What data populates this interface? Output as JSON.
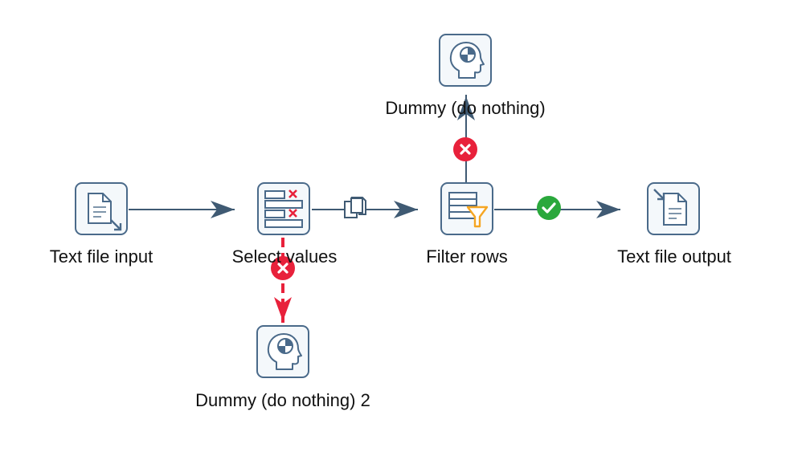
{
  "steps": {
    "text_file_input": {
      "label": "Text file input",
      "icon": "text-file-input-icon"
    },
    "select_values": {
      "label": "Select values",
      "icon": "select-values-icon"
    },
    "filter_rows": {
      "label": "Filter rows",
      "icon": "filter-rows-icon"
    },
    "text_file_output": {
      "label": "Text file output",
      "icon": "text-file-output-icon"
    },
    "dummy": {
      "label": "Dummy (do nothing)",
      "icon": "dummy-head-icon"
    },
    "dummy2": {
      "label": "Dummy (do nothing) 2",
      "icon": "dummy-head-icon"
    }
  },
  "hops": [
    {
      "from": "text_file_input",
      "to": "select_values",
      "type": "normal"
    },
    {
      "from": "select_values",
      "to": "filter_rows",
      "type": "copy"
    },
    {
      "from": "filter_rows",
      "to": "text_file_output",
      "type": "true"
    },
    {
      "from": "filter_rows",
      "to": "dummy",
      "type": "false"
    },
    {
      "from": "select_values",
      "to": "dummy2",
      "type": "error"
    }
  ],
  "colors": {
    "hop": "#3f5a73",
    "icon_border": "#4a6a8a",
    "icon_bg": "#f4f8fb",
    "error": "#e8213b",
    "true": "#2aa83c",
    "filter": "#f5a623"
  }
}
